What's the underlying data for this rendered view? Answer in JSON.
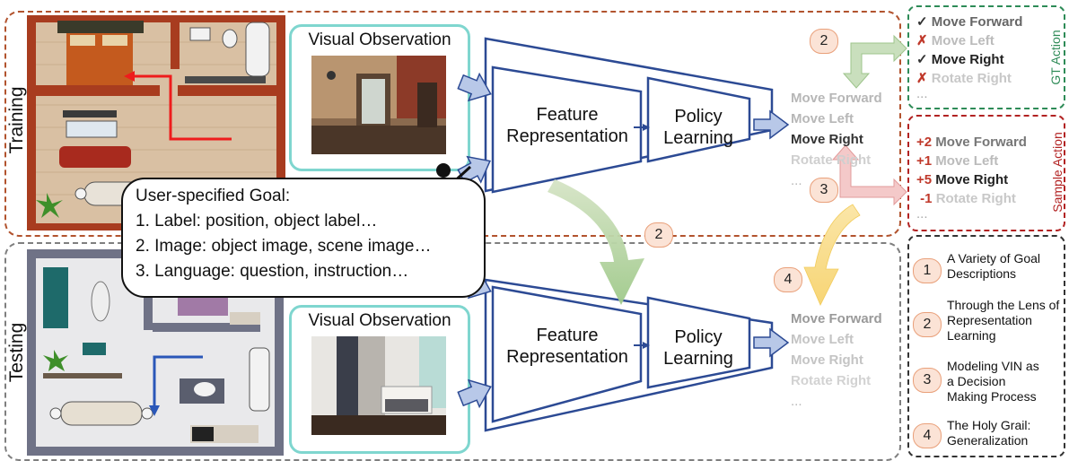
{
  "panels": {
    "training_label": "Training",
    "testing_label": "Testing"
  },
  "observation": {
    "train_title": "Visual Observation",
    "test_title": "Visual Observation"
  },
  "network": {
    "train_feature": [
      "Feature",
      "Representation"
    ],
    "train_policy": [
      "Policy",
      "Learning"
    ],
    "test_feature": [
      "Feature",
      "Representation"
    ],
    "test_policy": [
      "Policy",
      "Learning"
    ]
  },
  "train_actions": [
    "Move Forward",
    "Move Left",
    "Move Right",
    "Rotate Right",
    "..."
  ],
  "test_actions": [
    "Move Forward",
    "Move Left",
    "Move Right",
    "Rotate Right",
    "..."
  ],
  "gt_action": {
    "title": "GT Action",
    "items": [
      {
        "mark": "✓",
        "label": "Move Forward"
      },
      {
        "mark": "✗",
        "label": "Move Left"
      },
      {
        "mark": "✓",
        "label": "Move Right"
      },
      {
        "mark": "✗",
        "label": "Rotate Right"
      }
    ],
    "ellipsis": "..."
  },
  "sample_action": {
    "title": "Sample Action",
    "items": [
      {
        "mark": "+2",
        "label": "Move Forward"
      },
      {
        "mark": "+1",
        "label": "Move Left"
      },
      {
        "mark": "+5",
        "label": "Move Right"
      },
      {
        "mark": "-1",
        "label": "Rotate Right"
      }
    ],
    "ellipsis": "..."
  },
  "goal": {
    "title": "User-specified Goal:",
    "lines": [
      "1.  Label: position, object label…",
      "2.  Image: object image, scene image…",
      "3.  Language: question, instruction…"
    ]
  },
  "badges": {
    "one": "1",
    "two_top": "2",
    "two_mid": "2",
    "three": "3",
    "four": "4"
  },
  "legend": [
    {
      "num": "1",
      "text": "A Variety of Goal Descriptions"
    },
    {
      "num": "2",
      "text": "Through the Lens of Representation Learning"
    },
    {
      "num": "3",
      "text": "Modeling VIN as a Decision Making Process"
    },
    {
      "num": "4",
      "text": "The Holy Grail: Generalization"
    }
  ],
  "colors": {
    "train_border": "#a0522d",
    "test_border": "#7a7a7a",
    "gt_border": "#2e8b57",
    "sample_border": "#b22222",
    "network": "#2c4a94",
    "arrow_fill": "#b8c8e8"
  }
}
